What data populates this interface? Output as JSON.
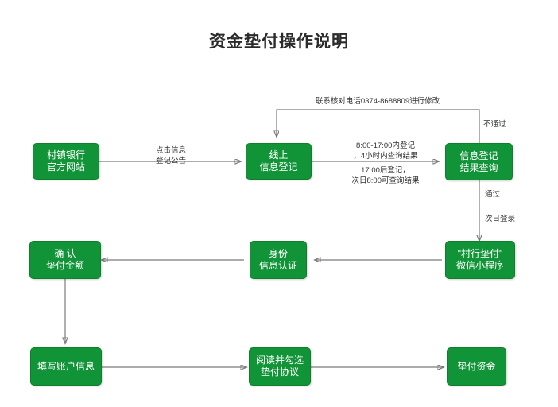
{
  "title": "资金垫付操作说明",
  "theme": {
    "node_fill": "#119437",
    "node_border": "#0f7f2e",
    "node_text": "#ffffff",
    "line_color": "#7a7a7a",
    "label_text": "#333333",
    "background": "#ffffff"
  },
  "diagram": {
    "type": "flowchart",
    "nodes": [
      {
        "id": "n1",
        "label": "村镇银行\n官方网站",
        "row": 1
      },
      {
        "id": "n2",
        "label": "线上\n信息登记",
        "row": 1
      },
      {
        "id": "n3",
        "label": "信息登记\n结果查询",
        "row": 1
      },
      {
        "id": "n4",
        "label": "确 认\n垫付金额",
        "row": 2
      },
      {
        "id": "n5",
        "label": "身份\n信息认证",
        "row": 2
      },
      {
        "id": "n6",
        "label": "\"村行垫付\"\n微信小程序",
        "row": 2
      },
      {
        "id": "n7",
        "label": "填写账户信息",
        "row": 3
      },
      {
        "id": "n8",
        "label": "阅读并勾选\n垫付协议",
        "row": 3
      },
      {
        "id": "n9",
        "label": "垫付资金",
        "row": 3
      }
    ],
    "edge_labels": [
      {
        "id": "e1",
        "from": "n1",
        "to": "n2",
        "text": "点击信息\n登记公告"
      },
      {
        "id": "e2a",
        "from": "n2",
        "to": "n3",
        "text": "8:00-17:00内登记\n，4小时内查询结果"
      },
      {
        "id": "e2b",
        "from": "n2",
        "to": "n3",
        "text": "17:00后登记，\n次日8:00可查询结果"
      },
      {
        "id": "e3",
        "from": "n3",
        "to": "n2",
        "text": "联系核对电话0374-8688809进行修改"
      },
      {
        "id": "e4",
        "from": "n3",
        "to": "n2",
        "text": "不通过"
      },
      {
        "id": "e5",
        "from": "n3",
        "to": "n6",
        "text": "通过"
      },
      {
        "id": "e6",
        "from": "n3",
        "to": "n6",
        "text": "次日登录"
      }
    ]
  }
}
